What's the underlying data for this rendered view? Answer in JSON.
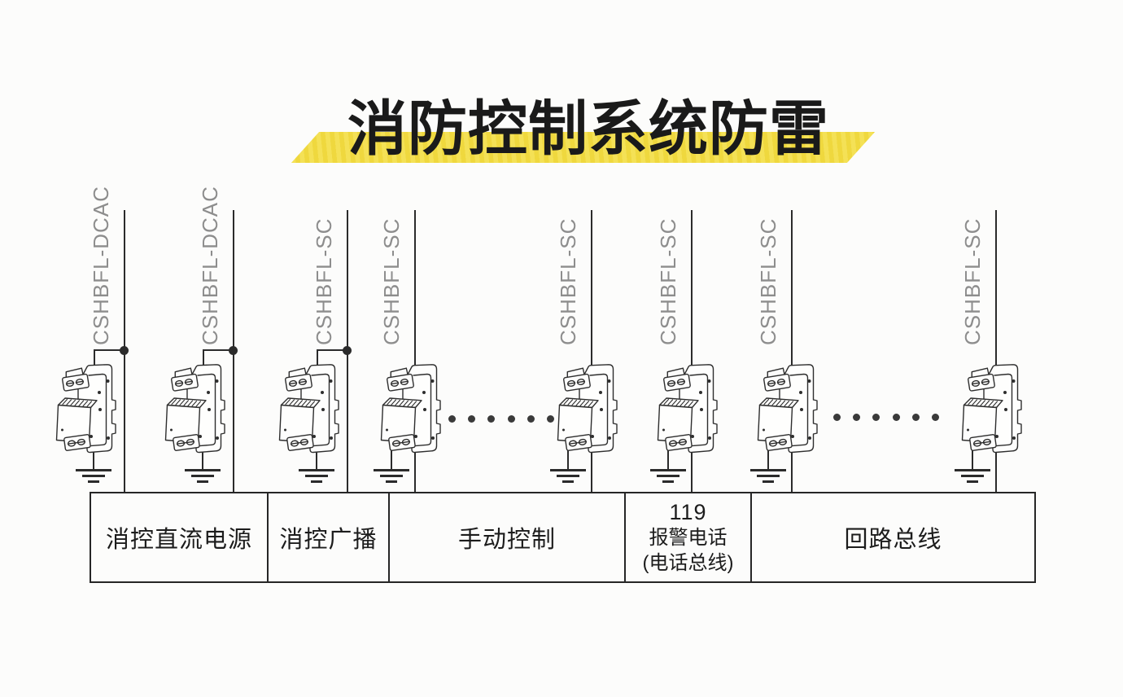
{
  "title": {
    "text": "消防控制系统防雷",
    "highlight_color": "#f3de4b"
  },
  "channels": [
    {
      "label": "CSHBFL-DCAC",
      "junction_dot": true
    },
    {
      "label": "CSHBFL-DCAC",
      "junction_dot": true
    },
    {
      "label": "CSHBFL-SC",
      "junction_dot": true
    },
    {
      "label": "CSHBFL-SC",
      "junction_dot": false
    },
    {
      "label": "CSHBFL-SC",
      "junction_dot": false
    },
    {
      "label": "CSHBFL-SC",
      "junction_dot": false
    },
    {
      "label": "CSHBFL-SC",
      "junction_dot": false
    },
    {
      "label": "CSHBFL-SC",
      "junction_dot": false
    }
  ],
  "ellipsis_runs": [
    {
      "dots": 6
    },
    {
      "dots": 6
    }
  ],
  "table": {
    "cells": [
      {
        "lines": [
          "消控直流电源"
        ]
      },
      {
        "lines": [
          "消控广播"
        ]
      },
      {
        "lines": [
          "手动控制"
        ]
      },
      {
        "lines": [
          "119",
          "报警电话",
          "(电话总线)"
        ]
      },
      {
        "lines": [
          "回路总线"
        ]
      }
    ]
  },
  "colors": {
    "line": "#2b2b2b",
    "label_text": "#8d8d8d",
    "title_text": "#1a1a1a",
    "highlight": "#f3de4b"
  }
}
